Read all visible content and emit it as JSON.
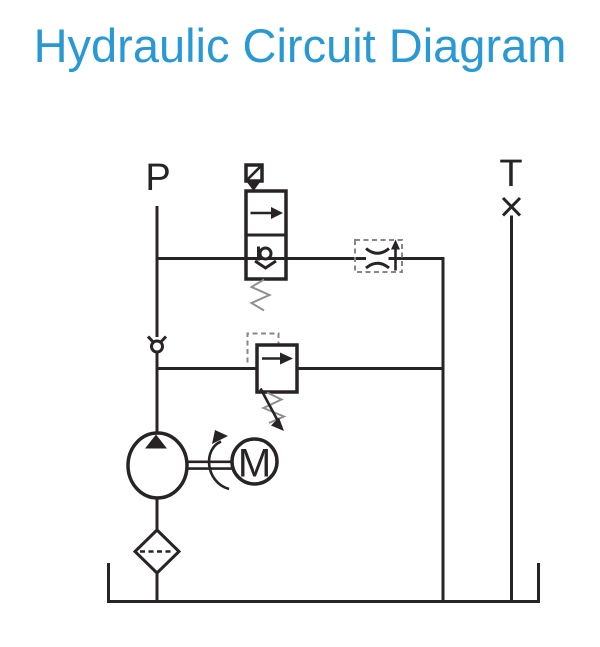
{
  "title": "Hydraulic Circuit Diagram",
  "port_labels": {
    "pressure": "P",
    "tank": "T"
  },
  "motor_label": "M",
  "colors": {
    "background": "#ffffff",
    "title": "#2899d5",
    "line": "#282425",
    "spring": "#8f8f8f",
    "dashed": "#8a8686"
  },
  "symbols": [
    "pressure-port-p",
    "solenoid-directional-valve",
    "flow-control-valve",
    "check-valve",
    "pressure-relief-valve",
    "hydraulic-pump",
    "electric-motor",
    "suction-filter",
    "reservoir-tank",
    "tank-port-t-plugged"
  ]
}
